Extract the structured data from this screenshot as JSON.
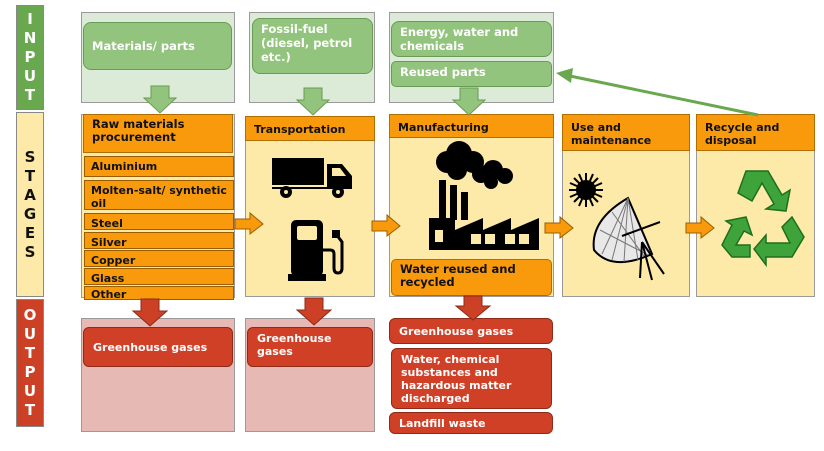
{
  "sidebar": {
    "input": "INPUT",
    "stages": "STAGES",
    "output": "OUTPUT"
  },
  "inputs": {
    "materials": "Materials/ parts",
    "fossil_fuel": "Fossil-fuel (diesel, petrol etc.)",
    "energy": "Energy, water and chemicals",
    "reused_parts": "Reused parts"
  },
  "stages": {
    "raw_materials": {
      "title": "Raw materials procurement",
      "items": [
        "Aluminium",
        "Molten-salt/ synthetic oil",
        "Steel",
        "Silver",
        "Copper",
        "Glass",
        "Other"
      ]
    },
    "transportation": {
      "title": "Transportation"
    },
    "manufacturing": {
      "title": "Manufacturing",
      "note": "Water reused and recycled"
    },
    "use": {
      "title": "Use and maintenance"
    },
    "recycle": {
      "title": "Recycle and disposal"
    }
  },
  "outputs": {
    "raw_materials": [
      "Greenhouse gases"
    ],
    "transportation": [
      "Greenhouse gases"
    ],
    "manufacturing": [
      "Greenhouse gases",
      "Water, chemical substances and hazardous matter discharged",
      "Landfill waste"
    ]
  },
  "colors": {
    "input": "#93c47d",
    "stage": "#f89a0c",
    "output": "#d04027",
    "sidebar_stages": "#fde9a8"
  },
  "icons": [
    "truck-icon",
    "fuel-pump-icon",
    "factory-icon",
    "sun-icon",
    "solar-dish-icon",
    "recycle-icon"
  ]
}
